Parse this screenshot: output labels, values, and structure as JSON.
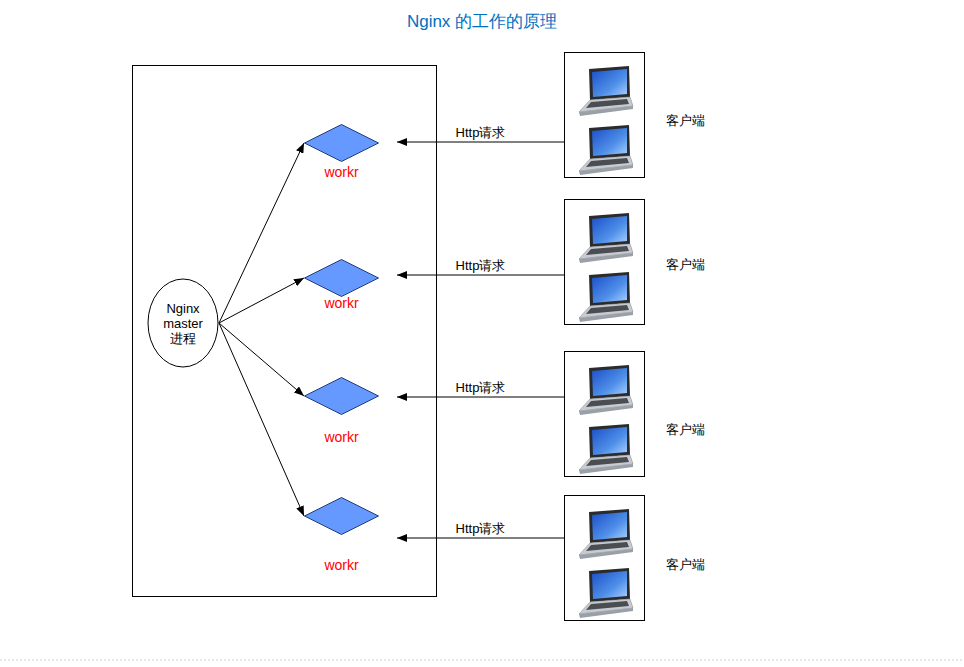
{
  "diagram": {
    "title": "Nginx 的工作的原理",
    "nodes": [
      {
        "text": []
      },
      {
        "text": [
          "Nginx master 进程"
        ],
        "in": 0
      },
      {
        "text": [
          "workr"
        ],
        "in": 0
      },
      {
        "text": [
          "workr"
        ],
        "in": 0
      },
      {
        "text": [
          "workr"
        ],
        "in": 0
      },
      {
        "text": [
          "workr"
        ],
        "in": 0
      },
      {
        "text": [
          "客户端"
        ]
      },
      {
        "text": [
          "客户端"
        ]
      },
      {
        "text": [
          "客户端"
        ]
      },
      {
        "text": [
          "客户端"
        ]
      }
    ],
    "edges": [
      {
        "from": 1,
        "to": 2,
        "arrow": "to"
      },
      {
        "from": 1,
        "to": 3,
        "arrow": "to"
      },
      {
        "from": 1,
        "to": 4,
        "arrow": "to"
      },
      {
        "from": 1,
        "to": 5,
        "arrow": "to"
      },
      {
        "from": 6,
        "to": 2,
        "label": "Http请求",
        "arrow": "to"
      },
      {
        "from": 7,
        "to": 3,
        "label": "Http请求",
        "arrow": "to"
      },
      {
        "from": 8,
        "to": 4,
        "label": "Http请求",
        "arrow": "to"
      },
      {
        "from": 9,
        "to": 5,
        "label": "Http请求",
        "arrow": "to"
      }
    ]
  }
}
